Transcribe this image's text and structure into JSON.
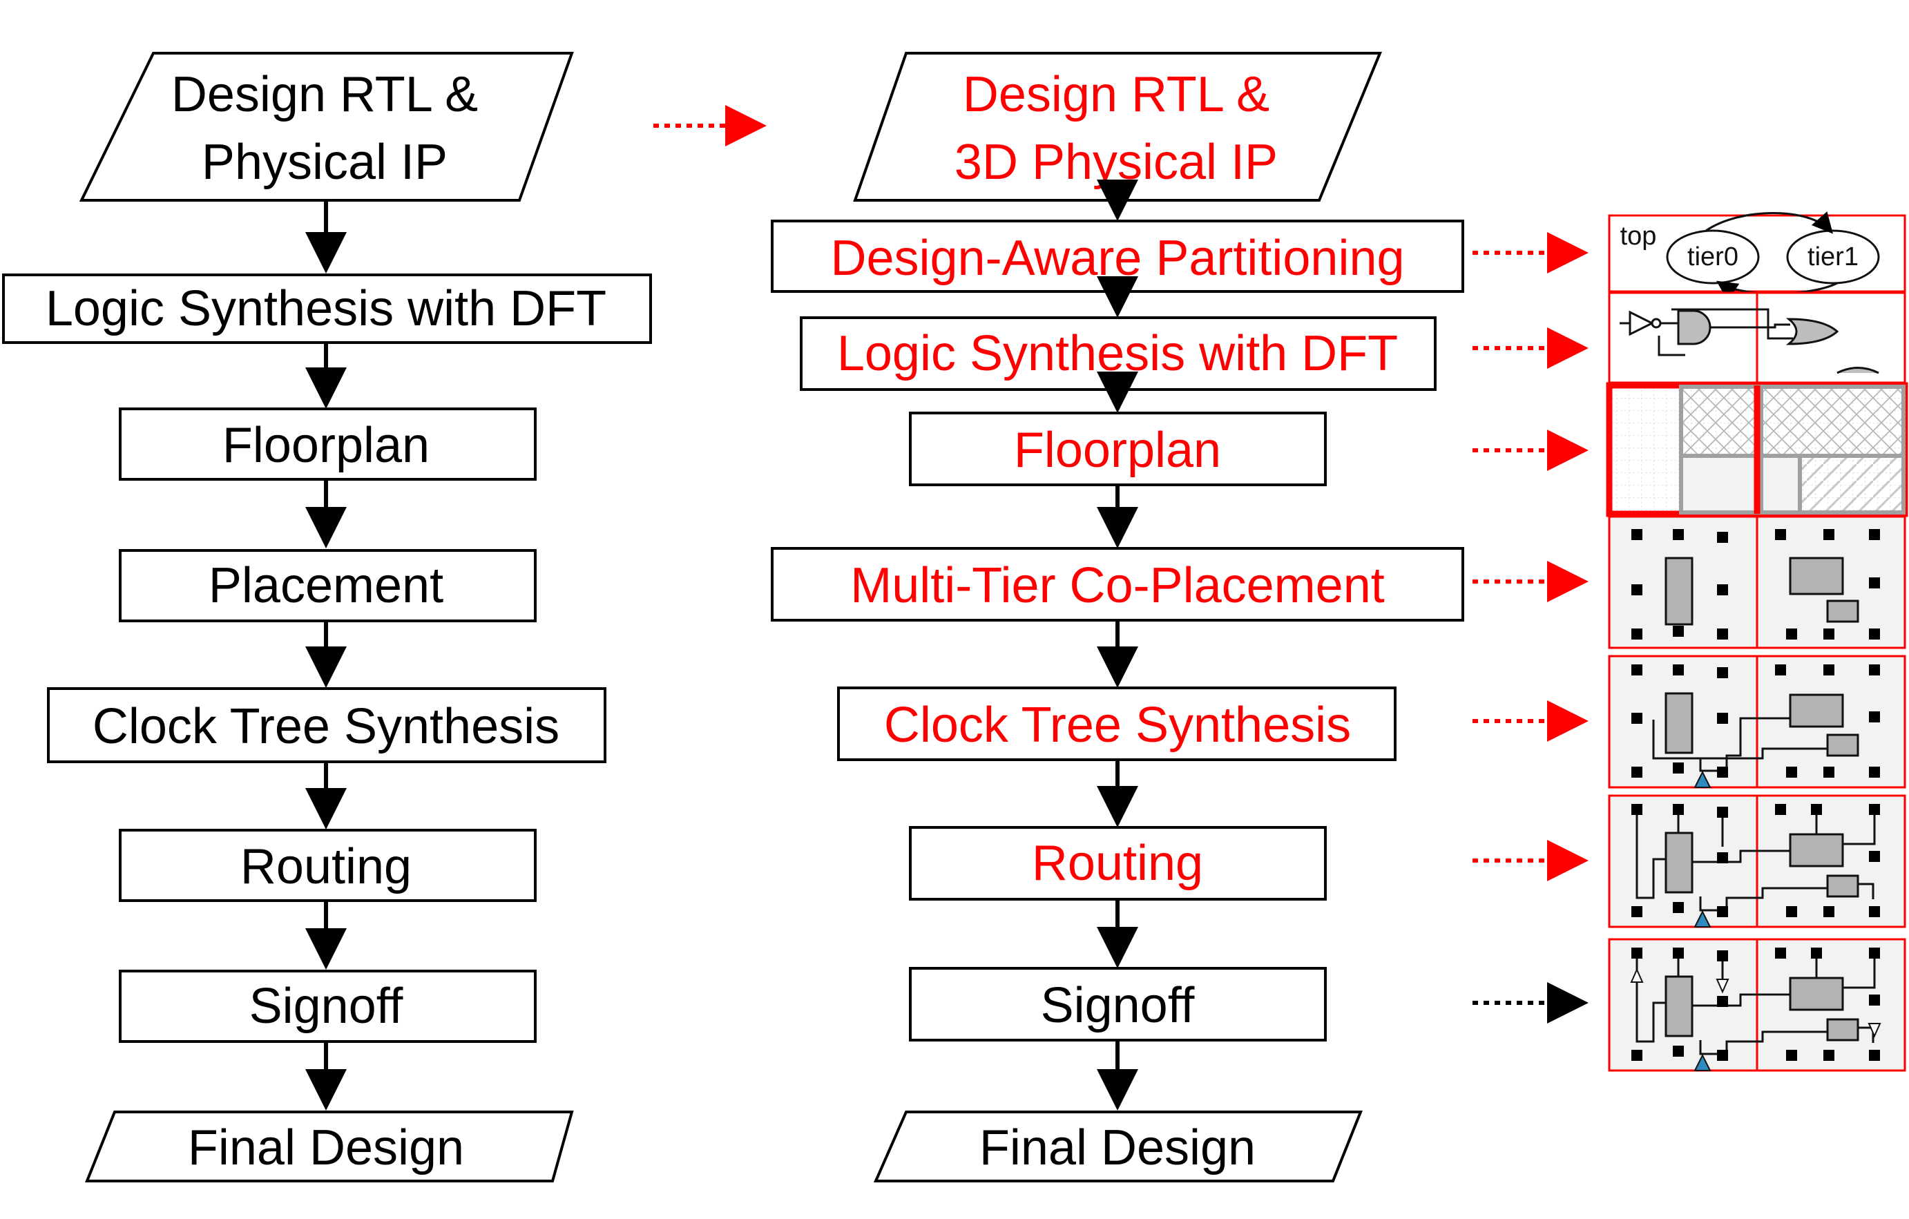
{
  "colors": {
    "black": "#000000",
    "red": "#ff0000",
    "gray": "#a6a6a6",
    "blue": "#2e8bc0"
  },
  "left_flow": {
    "input": [
      "Design RTL &",
      "Physical IP"
    ],
    "steps": [
      "Logic Synthesis with DFT",
      "Floorplan",
      "Placement",
      "Clock Tree Synthesis",
      "Routing",
      "Signoff"
    ],
    "output": "Final Design"
  },
  "right_flow": {
    "input": [
      "Design RTL &",
      "3D Physical IP"
    ],
    "steps": [
      "Design-Aware Partitioning",
      "Logic Synthesis with DFT",
      "Floorplan",
      "Multi-Tier Co-Placement",
      "Clock Tree Synthesis",
      "Routing",
      "Signoff"
    ],
    "output": "Final Design"
  },
  "illustrations": {
    "partition_labels": {
      "top": "top",
      "tier0": "tier0",
      "tier1": "tier1"
    }
  }
}
